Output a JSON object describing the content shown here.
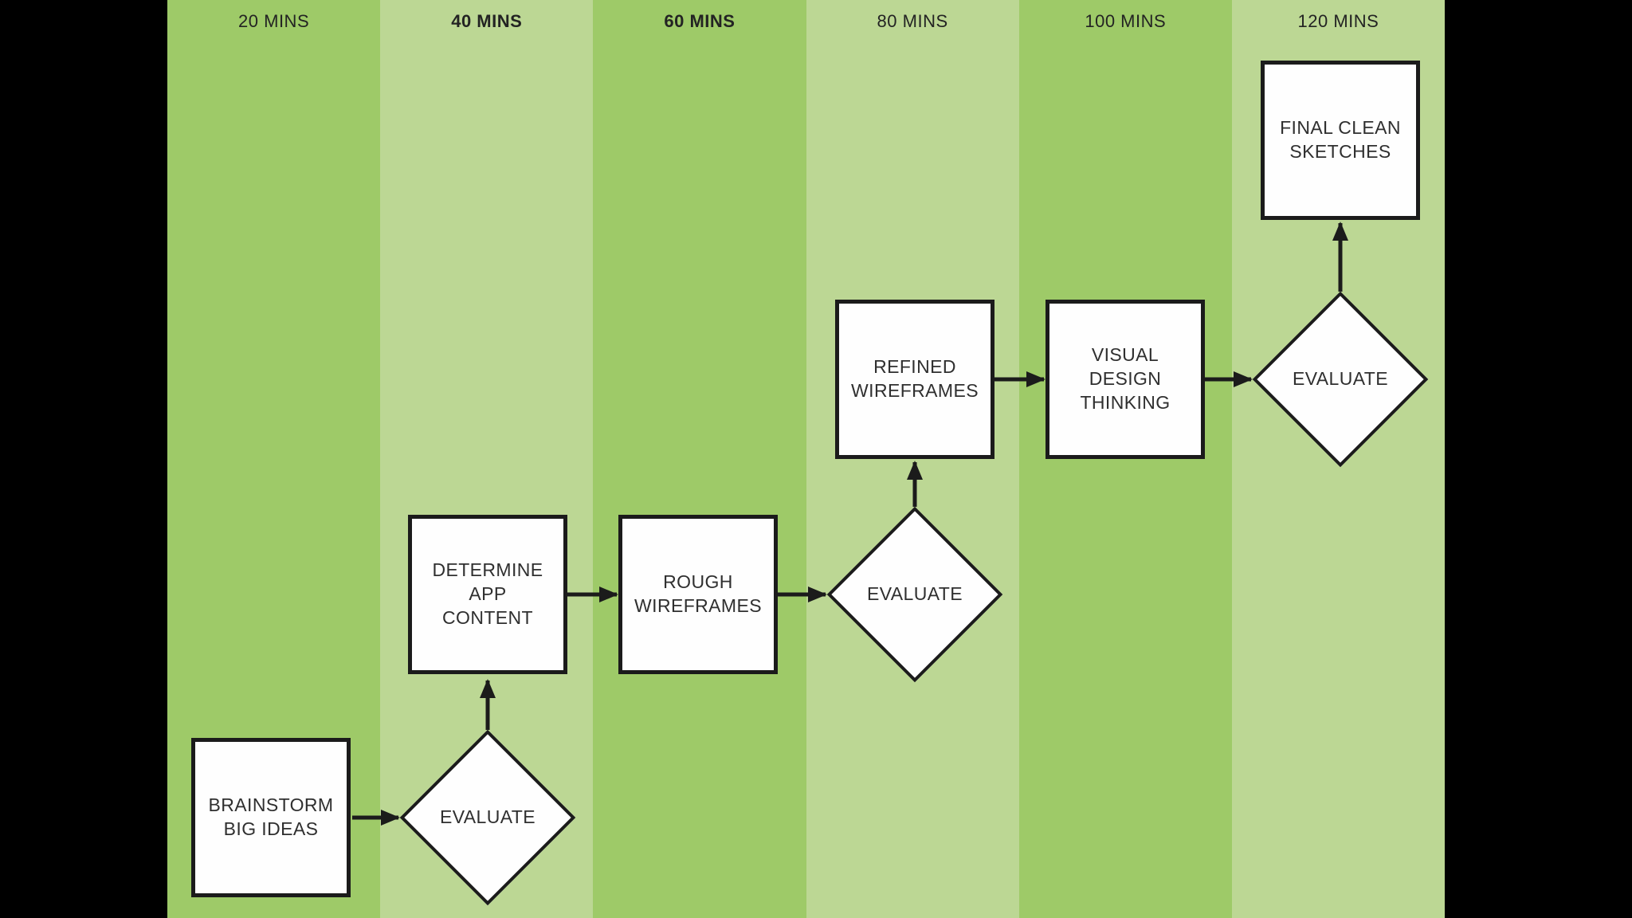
{
  "colors": {
    "band_dark": "#9eca68",
    "band_light": "#bcd794",
    "node_fill": "#fefefe",
    "stroke": "#1b1b1b",
    "column_label_text": "#232323",
    "node_text": "#2f2f2f",
    "letterbox": "#000000"
  },
  "timeline": {
    "columns": [
      {
        "label": "20 MINS",
        "emphasis": false
      },
      {
        "label": "40 MINS",
        "emphasis": true
      },
      {
        "label": "60 MINS",
        "emphasis": true
      },
      {
        "label": "80 MINS",
        "emphasis": false
      },
      {
        "label": "100 MINS",
        "emphasis": false
      },
      {
        "label": "120 MINS",
        "emphasis": false
      }
    ]
  },
  "flowchart": {
    "nodes": [
      {
        "id": "brainstorm",
        "type": "process",
        "column": "20 MINS",
        "label": "BRAINSTORM\nBIG IDEAS"
      },
      {
        "id": "evaluate-1",
        "type": "decision",
        "column": "20-40 MINS",
        "label": "EVALUATE"
      },
      {
        "id": "determine",
        "type": "process",
        "column": "40 MINS",
        "label": "DETERMINE\nAPP\nCONTENT"
      },
      {
        "id": "rough",
        "type": "process",
        "column": "60 MINS",
        "label": "ROUGH\nWIREFRAMES"
      },
      {
        "id": "evaluate-2",
        "type": "decision",
        "column": "80 MINS",
        "label": "EVALUATE"
      },
      {
        "id": "refined",
        "type": "process",
        "column": "80 MINS",
        "label": "REFINED\nWIREFRAMES"
      },
      {
        "id": "visual",
        "type": "process",
        "column": "100 MINS",
        "label": "VISUAL\nDESIGN\nTHINKING"
      },
      {
        "id": "evaluate-3",
        "type": "decision",
        "column": "120 MINS",
        "label": "EVALUATE"
      },
      {
        "id": "final",
        "type": "process",
        "column": "120 MINS",
        "label": "FINAL CLEAN\nSKETCHES"
      }
    ],
    "edges": [
      "brainstorm -> evaluate-1",
      "evaluate-1 -> determine",
      "determine -> rough",
      "rough -> evaluate-2",
      "evaluate-2 -> refined",
      "refined -> visual",
      "visual -> evaluate-3",
      "evaluate-3 -> final"
    ]
  }
}
